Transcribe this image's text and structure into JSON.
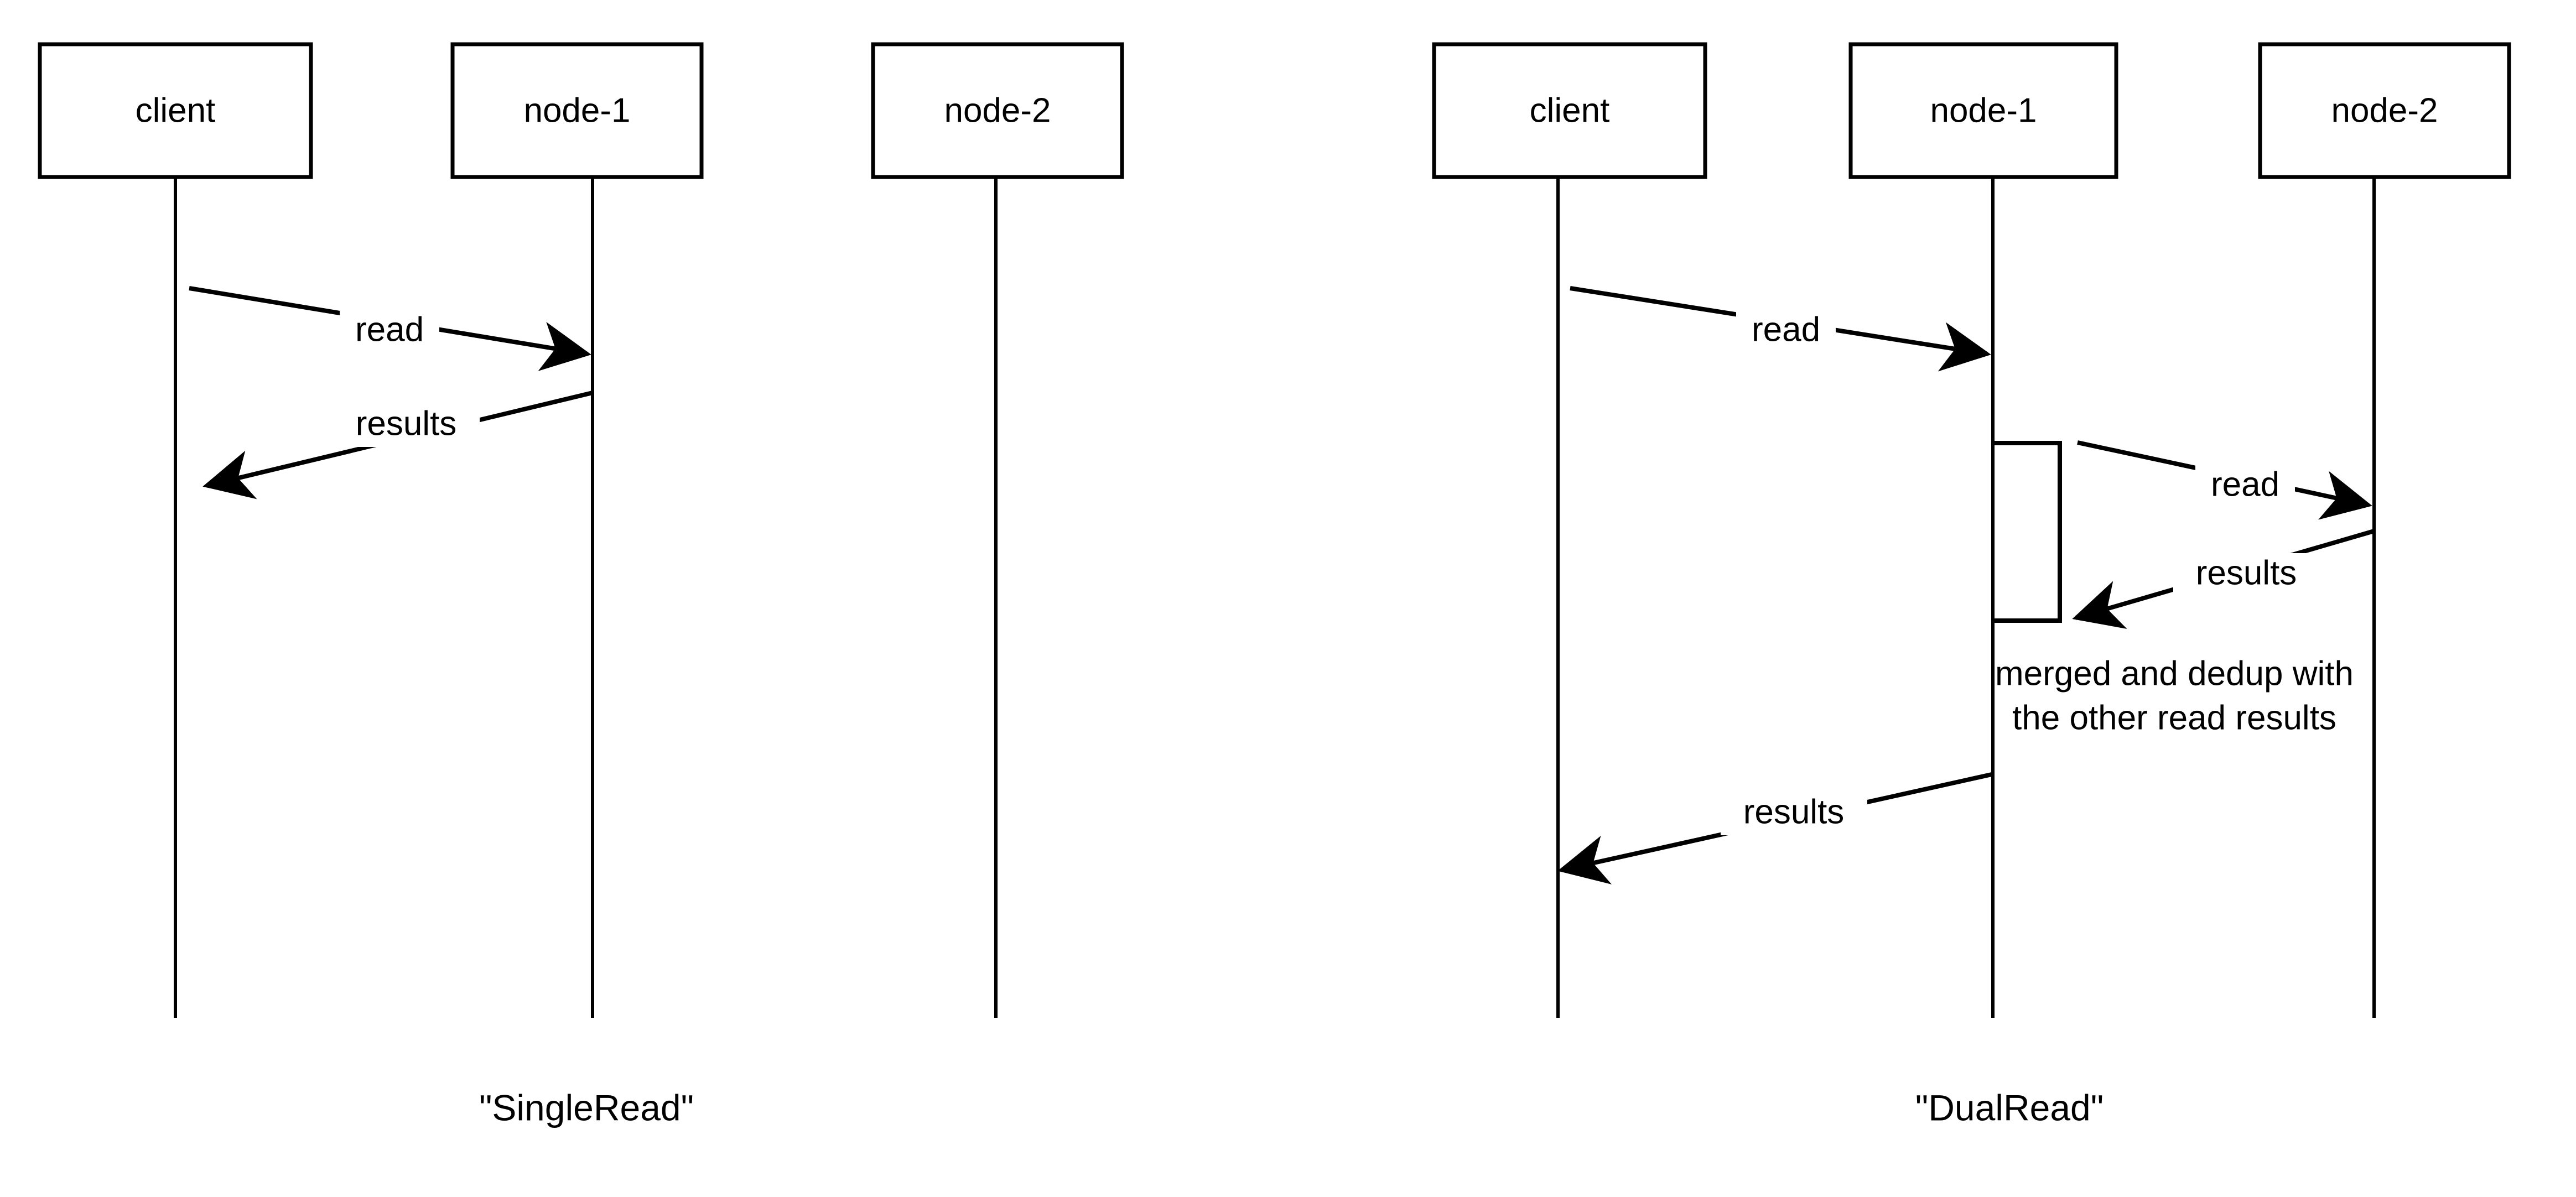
{
  "figure": {
    "background_color": "#ffffff",
    "stroke_color": "#000000",
    "type": "sequence-diagram-pair"
  },
  "diagrams": [
    {
      "id": "single-read",
      "caption": "\"SingleRead\"",
      "participants": [
        {
          "id": "client",
          "label": "client"
        },
        {
          "id": "node-1",
          "label": "node-1"
        },
        {
          "id": "node-2",
          "label": "node-2"
        }
      ],
      "messages": [
        {
          "id": "m1",
          "label": "read",
          "from": "client",
          "to": "node-1",
          "direction": "right"
        },
        {
          "id": "m2",
          "label": "results",
          "from": "node-1",
          "to": "client",
          "direction": "left"
        }
      ],
      "activations": [],
      "notes": []
    },
    {
      "id": "dual-read",
      "caption": "\"DualRead\"",
      "participants": [
        {
          "id": "client",
          "label": "client"
        },
        {
          "id": "node-1",
          "label": "node-1"
        },
        {
          "id": "node-2",
          "label": "node-2"
        }
      ],
      "messages": [
        {
          "id": "m1",
          "label": "read",
          "from": "client",
          "to": "node-1",
          "direction": "right"
        },
        {
          "id": "m2",
          "label": "read",
          "from": "node-1",
          "to": "node-2",
          "direction": "right"
        },
        {
          "id": "m3",
          "label": "results",
          "from": "node-2",
          "to": "node-1",
          "direction": "left"
        },
        {
          "id": "m4",
          "label": "results",
          "from": "node-1",
          "to": "client",
          "direction": "left"
        }
      ],
      "activations": [
        {
          "id": "a1",
          "on": "node-1"
        }
      ],
      "notes": [
        {
          "id": "n1",
          "on": "node-1",
          "lines": [
            "merged and dedup with",
            "the other read results"
          ]
        }
      ]
    }
  ]
}
